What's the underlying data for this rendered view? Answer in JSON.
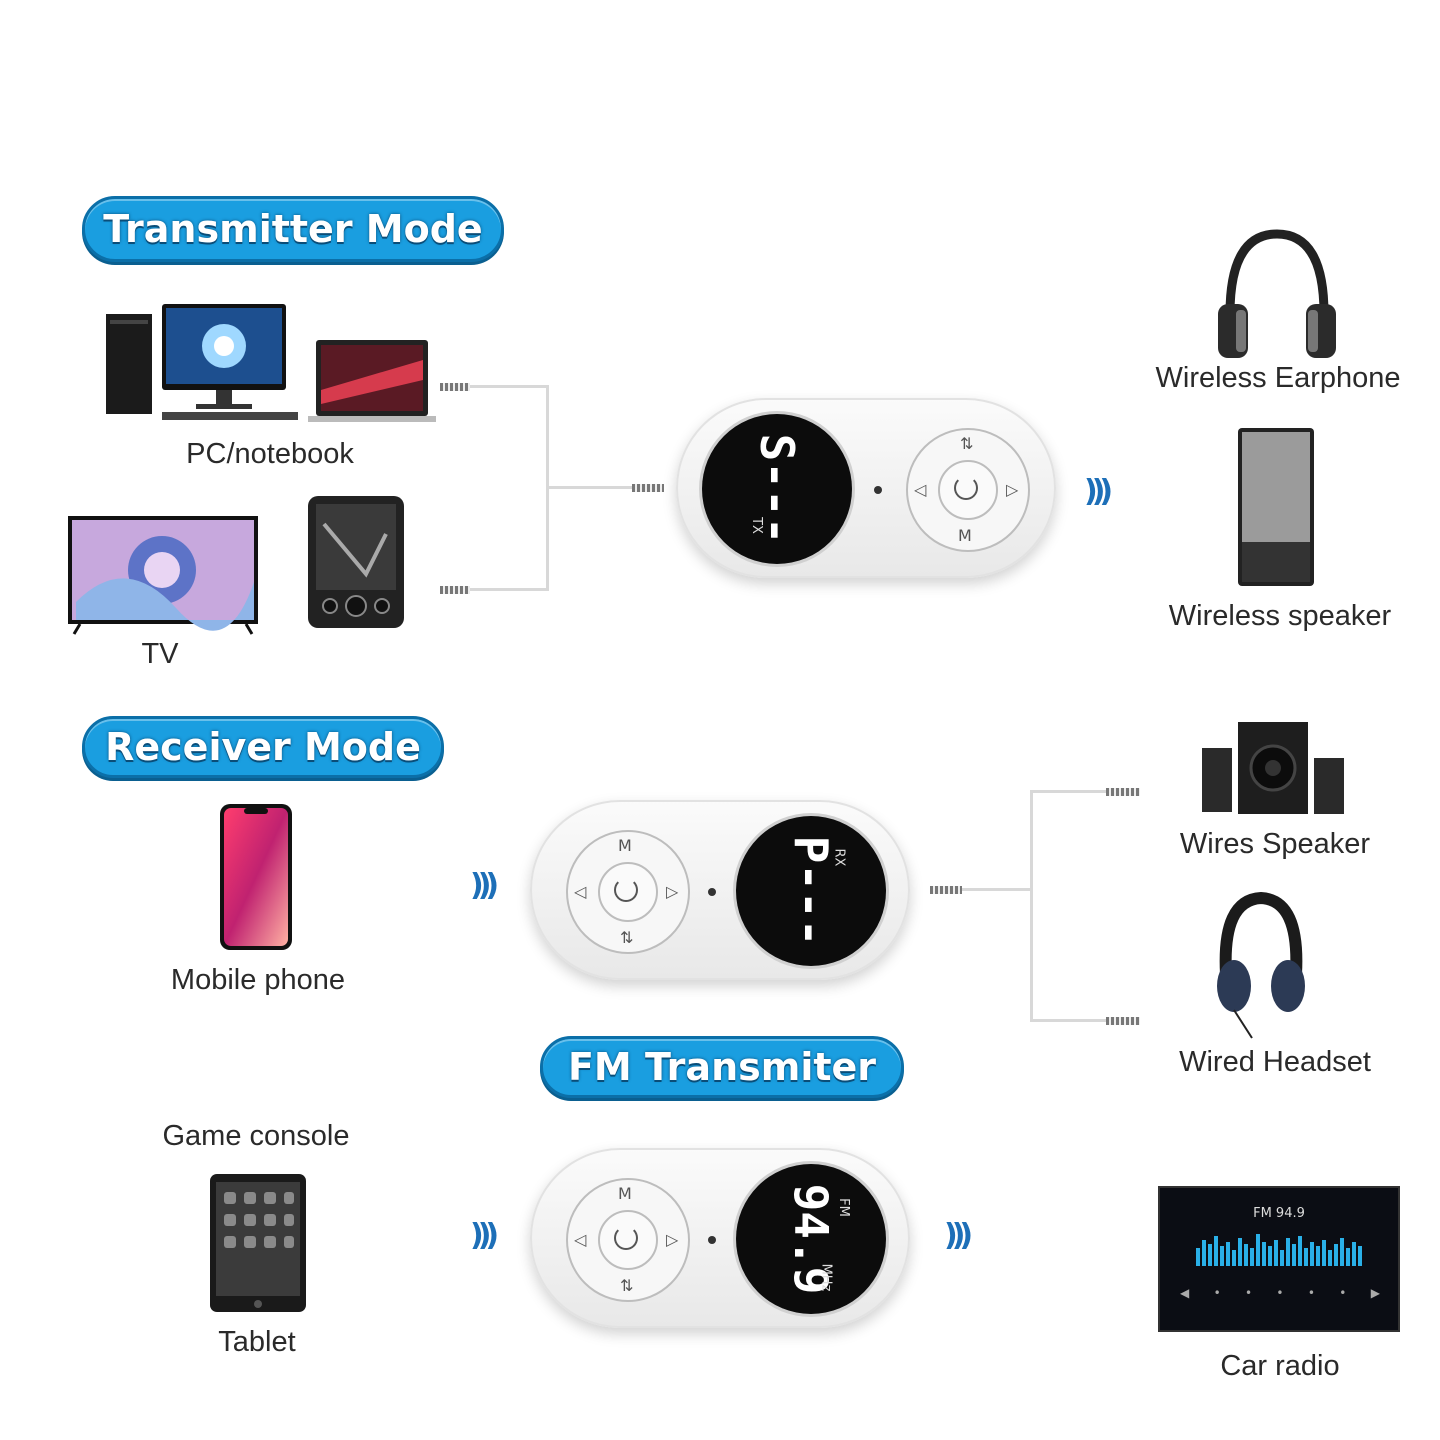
{
  "sections": {
    "transmitter": "Transmitter Mode",
    "receiver": "Receiver Mode",
    "fm": "FM Transmiter"
  },
  "labels": {
    "pc": "PC/notebook",
    "tv": "TV",
    "wireless_earphone": "Wireless Earphone",
    "wireless_speaker": "Wireless speaker",
    "mobile_phone": "Mobile phone",
    "wires_speaker": "Wires Speaker",
    "wired_headset": "Wired Headset",
    "game_console": "Game console",
    "tablet": "Tablet",
    "car_radio": "Car radio"
  },
  "displays": {
    "tx_value": "S---",
    "tx_mode": "TX",
    "rx_value": "P---",
    "rx_mode": "RX",
    "fm_value": "94.9",
    "fm_mode": "FM",
    "fm_unit": "MHz"
  },
  "car_radio_screen": "FM 94.9",
  "colors": {
    "accent": "#1a9ee0",
    "accent_dark": "#0b6fa8"
  }
}
